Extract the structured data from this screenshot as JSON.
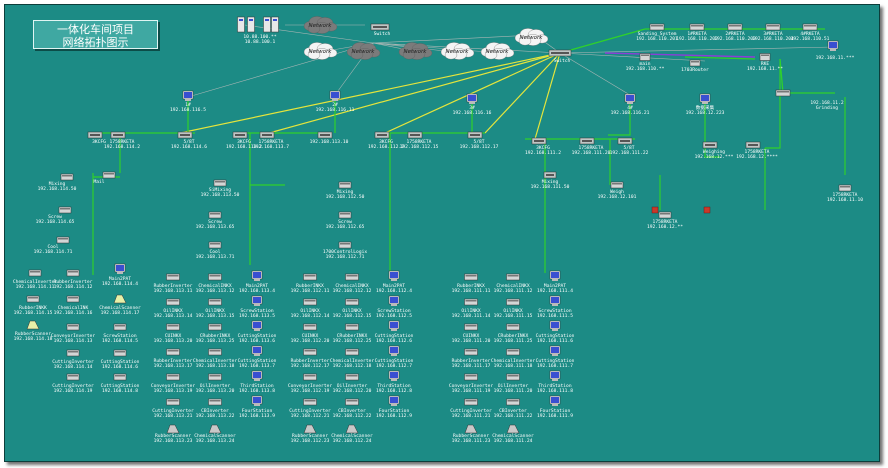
{
  "title": {
    "line1": "一体化车间项目",
    "line2": "网络拓扑图示"
  },
  "colors": {
    "background": "#1c8b85",
    "link_green": "#2fd12b",
    "link_yellow": "#e5e53c",
    "link_gray": "#a9b7b5",
    "link_purple": "#8a3fd6"
  },
  "clouds": [
    {
      "id": "c1",
      "label": "Network",
      "style": "white"
    },
    {
      "id": "c2",
      "label": "Network",
      "style": "gray"
    },
    {
      "id": "c3",
      "label": "Network",
      "style": "gray"
    },
    {
      "id": "c4",
      "label": "Network",
      "style": "white"
    },
    {
      "id": "c5",
      "label": "Network",
      "style": "white"
    },
    {
      "id": "c6",
      "label": "Network",
      "style": "white"
    },
    {
      "id": "c7",
      "label": "Network",
      "style": "gray"
    }
  ],
  "servers": {
    "label": "10.88.100.** 10.88.100.1"
  },
  "core": {
    "switch_top": "Switch",
    "switch_mid": "Switch",
    "monitor_right": "192.168.11.***",
    "rs_right": "192.168.11.2 Grinding"
  },
  "top_right_devices": [
    {
      "label": "Sanding_System 192.168.110.201"
    },
    {
      "label": "1#RKETA 192.168.110.202"
    },
    {
      "label": "2#RKETA 192.168.110.203"
    },
    {
      "label": "3#RKETA 192.168.110.204"
    },
    {
      "label": "4#RKETA 192.168.110.51"
    },
    {
      "label": "main 192.168.110.**"
    },
    {
      "label": "1703Router"
    },
    {
      "label": "RKE 192.168.11.**"
    }
  ],
  "pcs_top": [
    {
      "label": "1# 192.168.116.5"
    },
    {
      "label": "2# 192.168.116.11"
    },
    {
      "label": "3# 192.168.116.16"
    },
    {
      "label": "4# 192.168.116.21"
    },
    {
      "label": "数据采集 192.168.12.223"
    }
  ],
  "switch_row": [
    {
      "label": "3KCFG"
    },
    {
      "label": "1758RKETA 192.168.114.2"
    },
    {
      "label": "5/8T 192.168.114.6"
    },
    {
      "label": "3KCFG 192.168.113.2"
    },
    {
      "label": "1758RKETA 192.168.113.7"
    },
    {
      "label": "192.168.113.10"
    },
    {
      "label": "3KCFG 192.168.112.2"
    },
    {
      "label": "1758RKETA 192.168.112.15"
    },
    {
      "label": "5/8T 192.168.112.17"
    },
    {
      "label": "3KCFG 192.168.111.2"
    },
    {
      "label": "1758RKETA 192.168.111.20"
    },
    {
      "label": "5/8T 192.168.111.22"
    },
    {
      "label": "Weighing 192.168.12.***"
    },
    {
      "label": "1758RKETA 192.168.12.****"
    }
  ],
  "mid_devices": [
    {
      "label": "Mixing 192.168.114.50"
    },
    {
      "label": "Mail"
    },
    {
      "label": "Screw 192.168.114.65"
    },
    {
      "label": "Cool 192.168.114.71"
    },
    {
      "label": "SiMixing 192.168.113.50"
    },
    {
      "label": "Screw 192.168.113.65"
    },
    {
      "label": "Cool 192.168.113.71"
    },
    {
      "label": "Mixing 192.168.112.50"
    },
    {
      "label": "Screw 192.168.112.65"
    },
    {
      "label": "1700ControlLogix 192.168.112.71"
    },
    {
      "label": "Mixing 192.168.111.50"
    },
    {
      "label": "Weigh 192.168.12.101"
    },
    {
      "label": "1758RKETA 192.168.12.**"
    },
    {
      "label": "1758RKETA 192.168.11.10"
    }
  ],
  "stations_left": [
    {
      "label": "ChemicalInverter 192.168.114.11"
    },
    {
      "label": "RubberInverter 192.168.114.12"
    },
    {
      "label": "Main2PAT 192.168.114.4"
    },
    {
      "label": "RubberINKK 192.168.114.15"
    },
    {
      "label": "ChemicalINK 192.168.114.16"
    },
    {
      "label": "ChemicalScanner 192.168.114.17"
    },
    {
      "label": "RubberScanner 192.168.114.18"
    },
    {
      "label": "ConveyorInverter 192.168.114.13"
    },
    {
      "label": "ScrewStation 192.168.114.5"
    },
    {
      "label": "CuttingInverter 192.168.114.14"
    },
    {
      "label": "CuttingStation 192.168.114.6"
    },
    {
      "label": "CuttingInverter 192.168.114.19"
    },
    {
      "label": "CuttingStation 192.168.114.8"
    }
  ],
  "stations_col1": [
    {
      "label": "RubberInverter 192.168.113.11"
    },
    {
      "label": "ChemicalINKX 192.168.113.12"
    },
    {
      "label": "Main2PAT 192.168.113.4"
    },
    {
      "label": "OilINKX 192.168.113.14"
    },
    {
      "label": "OilINKX 192.168.113.15"
    },
    {
      "label": "ScrewStation 192.168.113.5"
    },
    {
      "label": "CUINKX 192.168.113.20"
    },
    {
      "label": "CRubberINKX 192.168.113.25"
    },
    {
      "label": "CuttingStation 192.168.113.6"
    },
    {
      "label": "RubberInverter 192.168.113.17"
    },
    {
      "label": "ChemicalInverter 192.168.113.18"
    },
    {
      "label": "CuttingStation 192.168.113.7"
    },
    {
      "label": "ConveyorInverter 192.168.113.19"
    },
    {
      "label": "OilInverter 192.168.113.20"
    },
    {
      "label": "ThirdStation 192.168.113.8"
    },
    {
      "label": "CuttingInverter 192.168.113.21"
    },
    {
      "label": "CBInverter 192.168.113.22"
    },
    {
      "label": "FourStation 192.168.113.9"
    },
    {
      "label": "RubberScanner 192.168.113.23"
    },
    {
      "label": "ChemicalScanner 192.168.113.24"
    }
  ],
  "stations_col2": [
    {
      "label": "RubberINKX 192.168.112.11"
    },
    {
      "label": "ChemicalINKX 192.168.112.12"
    },
    {
      "label": "Main2PAT 192.168.112.4"
    },
    {
      "label": "OilINKX 192.168.112.14"
    },
    {
      "label": "OilINKX 192.168.112.15"
    },
    {
      "label": "ScrewStation 192.168.112.5"
    },
    {
      "label": "CUINKX 192.168.112.20"
    },
    {
      "label": "CRubberINKX 192.168.112.25"
    },
    {
      "label": "CuttingStation 192.168.112.6"
    },
    {
      "label": "RubberInverter 192.168.112.17"
    },
    {
      "label": "ChemicalInverter 192.168.112.18"
    },
    {
      "label": "CuttingStation 192.168.112.7"
    },
    {
      "label": "ConveyorInverter 192.168.112.19"
    },
    {
      "label": "OilInverter 192.168.112.20"
    },
    {
      "label": "ThirdStation 192.168.112.8"
    },
    {
      "label": "CuttingInverter 192.168.112.21"
    },
    {
      "label": "CBInverter 192.168.112.22"
    },
    {
      "label": "FourStation 192.168.112.9"
    },
    {
      "label": "RubberScanner 192.168.112.23"
    },
    {
      "label": "ChemicalScanner 192.168.112.24"
    }
  ],
  "stations_col3": [
    {
      "label": "RubberINKX 192.168.111.11"
    },
    {
      "label": "ChemicalINKX 192.168.111.12"
    },
    {
      "label": "Main2PAT 192.168.111.4"
    },
    {
      "label": "OilINKX 192.168.111.14"
    },
    {
      "label": "OilINKX 192.168.111.15"
    },
    {
      "label": "ScrewStation 192.168.111.5"
    },
    {
      "label": "CUINKX 192.168.111.20"
    },
    {
      "label": "CRubberINKX 192.168.111.25"
    },
    {
      "label": "CuttingStation 192.168.111.6"
    },
    {
      "label": "RubberInverter 192.168.111.17"
    },
    {
      "label": "ChemicalInverter 192.168.111.18"
    },
    {
      "label": "CuttingStation 192.168.111.7"
    },
    {
      "label": "ConveyorInverter 192.168.111.19"
    },
    {
      "label": "OilInverter 192.168.111.20"
    },
    {
      "label": "ThirdStation 192.168.111.8"
    },
    {
      "label": "CuttingInverter 192.168.111.21"
    },
    {
      "label": "CBInverter 192.168.111.22"
    },
    {
      "label": "FourStation 192.168.111.9"
    },
    {
      "label": "RubberScanner 192.168.111.23"
    },
    {
      "label": "ChemicalScanner 192.168.111.24"
    }
  ]
}
